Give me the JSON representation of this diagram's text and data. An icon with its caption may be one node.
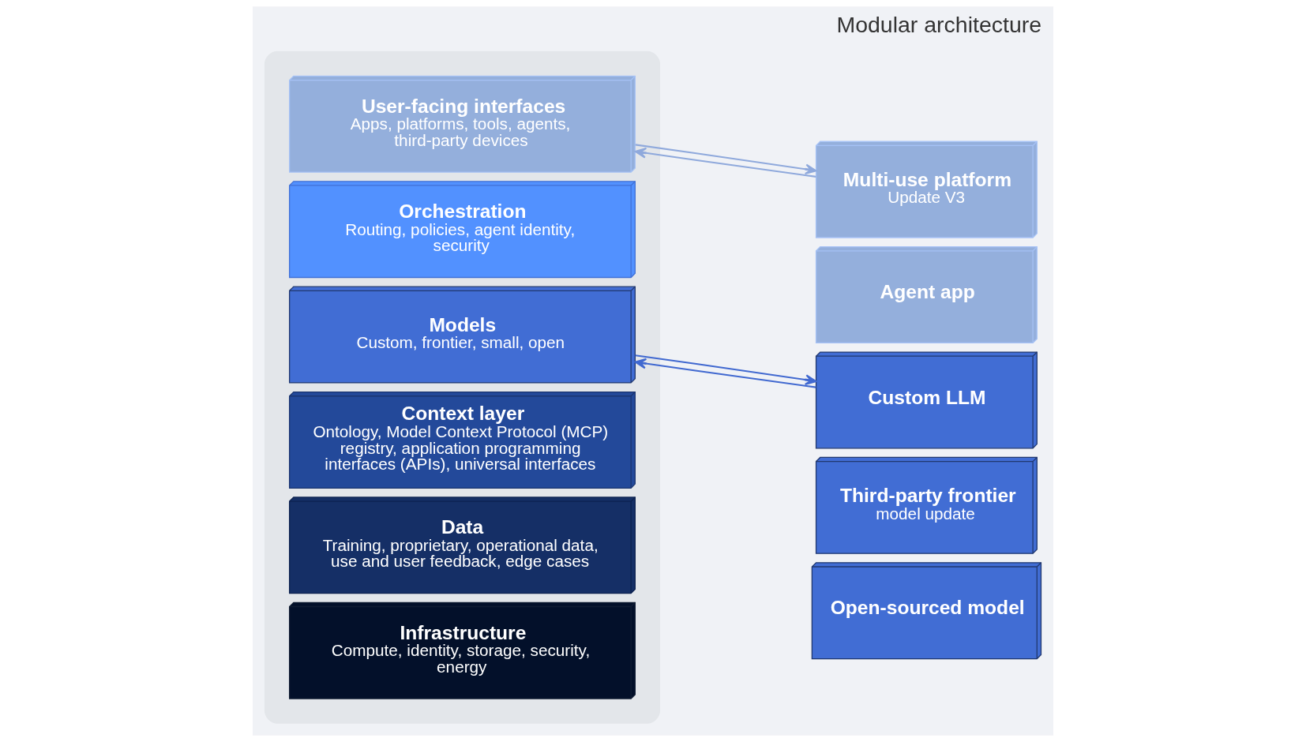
{
  "diagram": {
    "title": "Modular architecture",
    "nodes": [
      {
        "text": [],
        "shape": "box"
      },
      {
        "text": [
          "User-facing interfaces",
          "Apps, platforms, tools, agents, third-party devices"
        ],
        "in": 0
      },
      {
        "text": [
          "Orchestration",
          "Routing, policies, agent identity, security"
        ],
        "in": 0
      },
      {
        "text": [
          "Models",
          "Custom, frontier, small, open"
        ],
        "in": 0
      },
      {
        "text": [
          "Context layer",
          "Ontology, Model Context Protocol (MCP) registry, application programming interfaces (APIs), universal interfaces"
        ],
        "in": 0
      },
      {
        "text": [
          "Data",
          "Training, proprietary, operational data, use and user feedback, edge cases"
        ],
        "in": 0
      },
      {
        "text": [
          "Infrastructure",
          "Compute, identity, storage, security, energy"
        ],
        "in": 0
      },
      {
        "text": [
          "Multi-use platform",
          "Update V3"
        ]
      },
      {
        "text": [
          "Agent app"
        ]
      },
      {
        "text": [
          "Custom LLM"
        ]
      },
      {
        "text": [
          "Third-party frontier",
          "model update"
        ]
      },
      {
        "text": [
          "Open-sourced model"
        ]
      }
    ],
    "edges": [
      {
        "from": 7,
        "to": 1,
        "arrow": "to",
        "color": "#8fa9dc"
      },
      {
        "from": 1,
        "to": 7,
        "arrow": "to",
        "color": "#8fa9dc"
      },
      {
        "from": 9,
        "to": 3,
        "arrow": "to",
        "color": "#4169d0"
      },
      {
        "from": 3,
        "to": 9,
        "arrow": "to",
        "color": "#4169d0"
      }
    ]
  }
}
